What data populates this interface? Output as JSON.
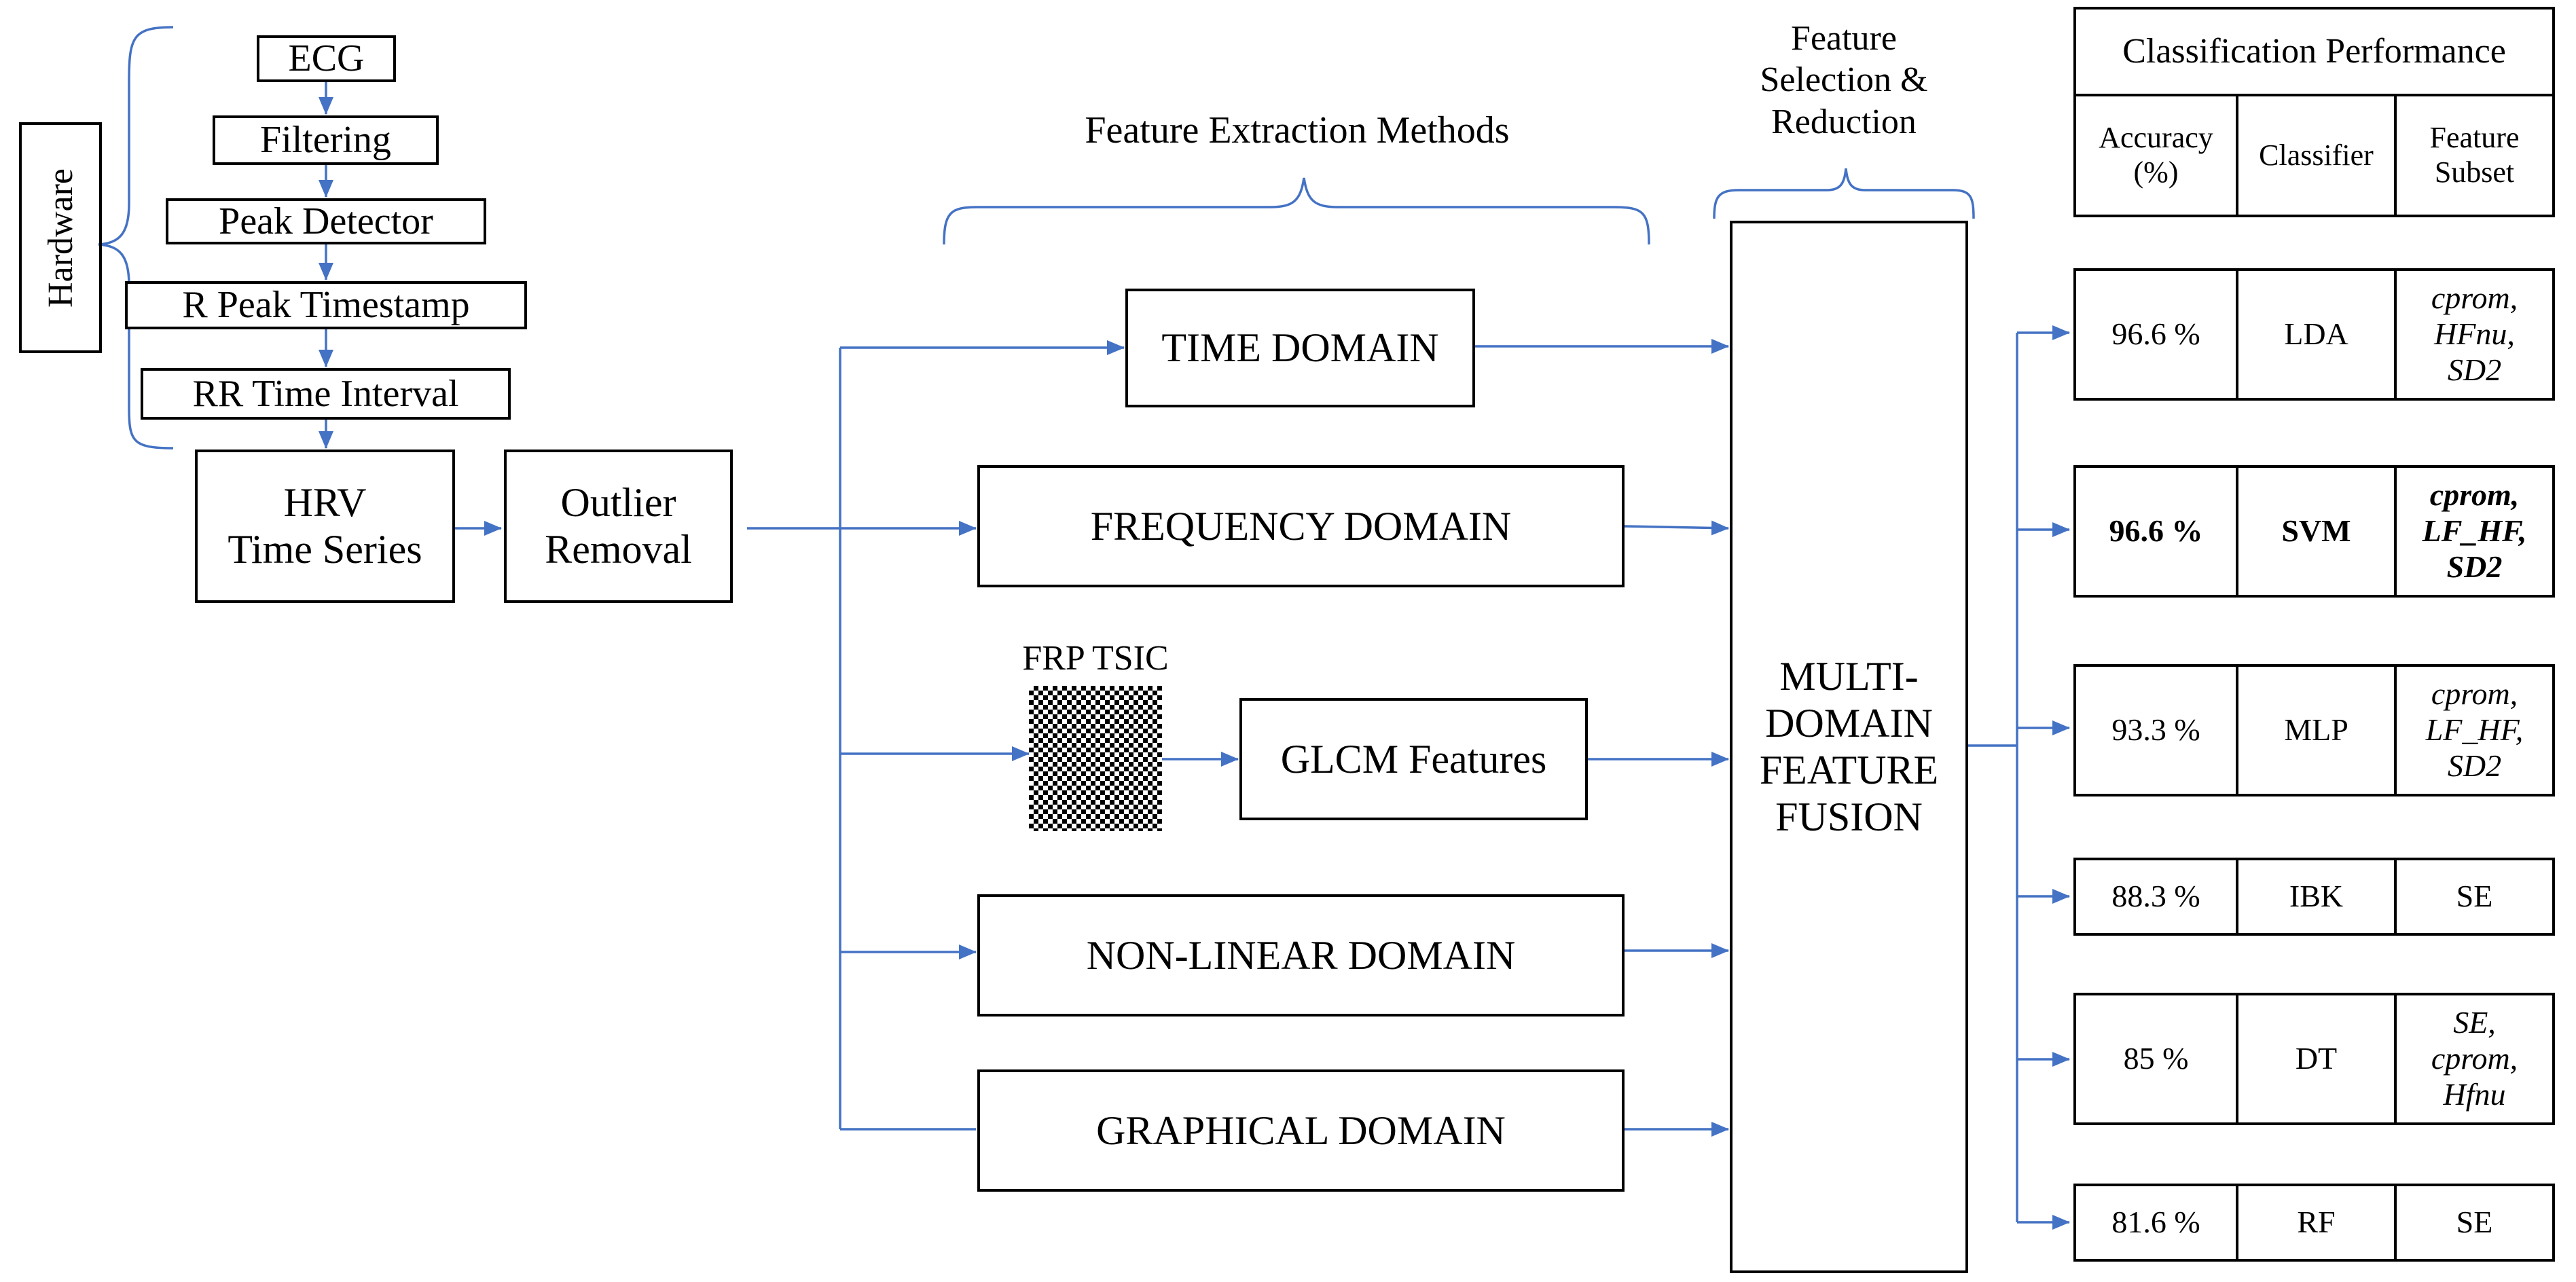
{
  "hardware_label": "Hardware",
  "acquisition_chain": [
    "ECG",
    "Filtering",
    "Peak Detector",
    "R Peak Timestamp",
    "RR Time Interval"
  ],
  "hrv_series": [
    "HRV",
    "Time Series"
  ],
  "outlier_removal": [
    "Outlier",
    "Removal"
  ],
  "feature_extraction_title": "Feature Extraction Methods",
  "domains": {
    "time": "TIME DOMAIN",
    "frequency": "FREQUENCY DOMAIN",
    "frp_label": "FRP TSIC",
    "glcm": "GLCM Features",
    "nonlinear": "NON-LINEAR DOMAIN",
    "graphical": "GRAPHICAL DOMAIN"
  },
  "feature_selection_title": [
    "Feature",
    "Selection &",
    "Reduction"
  ],
  "fusion": [
    "MULTI-",
    "DOMAIN",
    "FEATURE",
    "FUSION"
  ],
  "performance": {
    "title": "Classification Performance",
    "headers": [
      [
        "Accuracy",
        "(%)"
      ],
      [
        "Classifier"
      ],
      [
        "Feature",
        "Subset"
      ]
    ],
    "rows": [
      {
        "accuracy": "96.6 %",
        "classifier": "LDA",
        "subset": [
          "cprom,",
          "HFnu,",
          "SD2"
        ],
        "subset_italic": true,
        "bold": false
      },
      {
        "accuracy": "96.6 %",
        "classifier": "SVM",
        "subset": [
          "cprom,",
          "LF_HF,",
          "SD2"
        ],
        "subset_italic": true,
        "bold": true
      },
      {
        "accuracy": "93.3 %",
        "classifier": "MLP",
        "subset": [
          "cprom,",
          "LF_HF,",
          "SD2"
        ],
        "subset_italic": true,
        "bold": false
      },
      {
        "accuracy": "88.3 %",
        "classifier": "IBK",
        "subset": [
          "SE"
        ],
        "subset_italic": false,
        "bold": false
      },
      {
        "accuracy": "85 %",
        "classifier": "DT",
        "subset": [
          "SE,",
          "cprom,",
          "Hfnu"
        ],
        "subset_italic": true,
        "bold": false
      },
      {
        "accuracy": "81.6 %",
        "classifier": "RF",
        "subset": [
          "SE"
        ],
        "subset_italic": false,
        "bold": false
      }
    ]
  },
  "colors": {
    "arrow": "#4472c4",
    "brace": "#4472c4",
    "border": "#000000",
    "text": "#000000"
  }
}
